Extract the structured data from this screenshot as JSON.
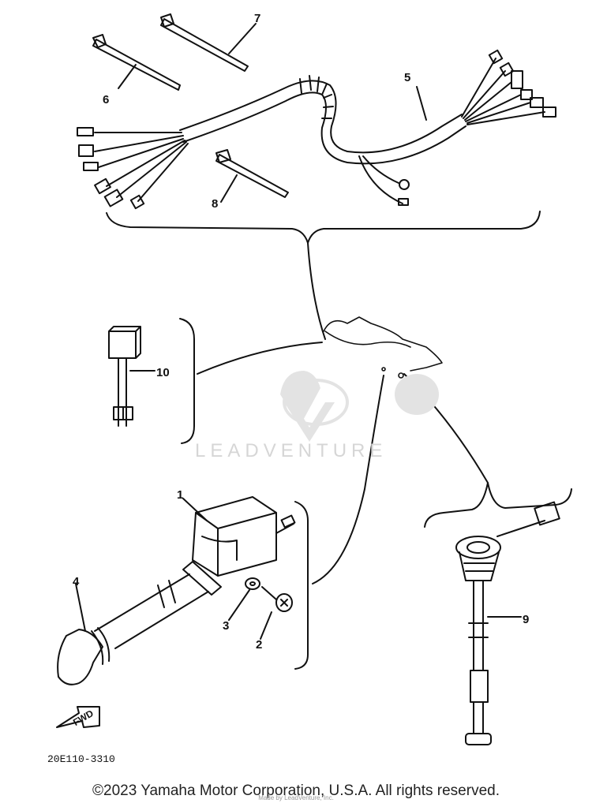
{
  "diagram": {
    "callouts": {
      "c1": "1",
      "c2": "2",
      "c3": "3",
      "c4": "4",
      "c5": "5",
      "c6": "6",
      "c7": "7",
      "c8": "8",
      "c9": "9",
      "c10": "10"
    },
    "part_code": "20E110-3310",
    "fwd_label": "FWD",
    "watermark": "LEADVENTURE",
    "watermark_sub": "Made by LeadVenture, Inc."
  },
  "footer": {
    "copyright": "©2023 Yamaha Motor Corporation, U.S.A. All rights reserved."
  },
  "colors": {
    "ink": "#111111",
    "watermark": "#d6d6d6",
    "background": "#ffffff"
  }
}
